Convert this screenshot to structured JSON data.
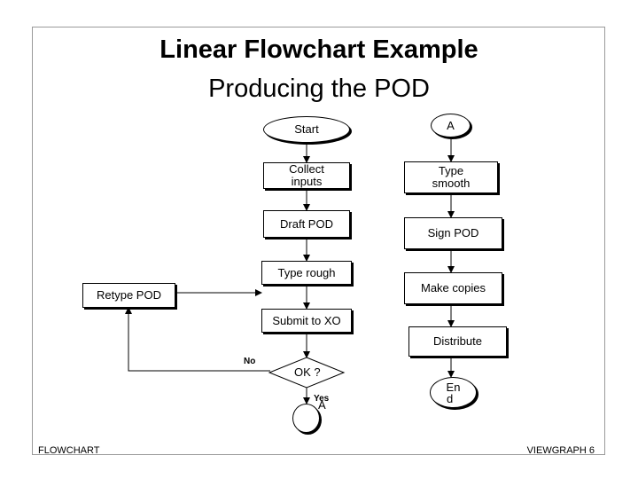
{
  "slide": {
    "title": "Linear Flowchart Example",
    "subtitle": "Producing the POD",
    "footer_left": "FLOWCHART",
    "footer_right": "VIEWGRAPH 6"
  },
  "left_column": {
    "start": "Start",
    "collect_inputs_line1": "Collect",
    "collect_inputs_line2": "inputs",
    "draft_pod": "Draft POD",
    "type_rough": "Type rough",
    "retype_pod": "Retype POD",
    "submit_to_xo": "Submit to XO",
    "ok_decision": "OK ?",
    "no_label": "No",
    "yes_label": "Yes",
    "connector_a": "A"
  },
  "right_column": {
    "connector_a": "A",
    "type_smooth_line1": "Type",
    "type_smooth_line2": "smooth",
    "sign_pod": "Sign POD",
    "make_copies": "Make copies",
    "distribute": "Distribute",
    "end_line1": "En",
    "end_line2": "d"
  }
}
